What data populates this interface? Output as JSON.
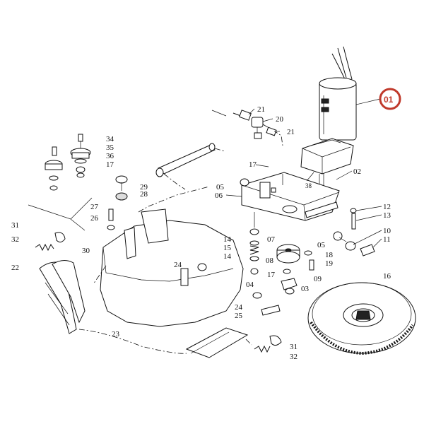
{
  "diagram": {
    "highlight": {
      "part": "01",
      "color": "#c0392b"
    },
    "parts": [
      {
        "id": "01",
        "label": "01"
      },
      {
        "id": "02",
        "label": "02"
      },
      {
        "id": "03",
        "label": "03"
      },
      {
        "id": "04",
        "label": "04"
      },
      {
        "id": "05a",
        "label": "05"
      },
      {
        "id": "05b",
        "label": "05"
      },
      {
        "id": "06",
        "label": "06"
      },
      {
        "id": "07",
        "label": "07"
      },
      {
        "id": "08",
        "label": "08"
      },
      {
        "id": "09",
        "label": "09"
      },
      {
        "id": "10",
        "label": "10"
      },
      {
        "id": "11",
        "label": "11"
      },
      {
        "id": "12",
        "label": "12"
      },
      {
        "id": "13",
        "label": "13"
      },
      {
        "id": "14a",
        "label": "14"
      },
      {
        "id": "14b",
        "label": "14"
      },
      {
        "id": "15",
        "label": "15"
      },
      {
        "id": "16",
        "label": "16"
      },
      {
        "id": "17a",
        "label": "17"
      },
      {
        "id": "17b",
        "label": "17"
      },
      {
        "id": "17c",
        "label": "17"
      },
      {
        "id": "18",
        "label": "18"
      },
      {
        "id": "19",
        "label": "19"
      },
      {
        "id": "20",
        "label": "20"
      },
      {
        "id": "21a",
        "label": "21"
      },
      {
        "id": "21b",
        "label": "21"
      },
      {
        "id": "22",
        "label": "22"
      },
      {
        "id": "23",
        "label": "23"
      },
      {
        "id": "24a",
        "label": "24"
      },
      {
        "id": "24b",
        "label": "24"
      },
      {
        "id": "25",
        "label": "25"
      },
      {
        "id": "26",
        "label": "26"
      },
      {
        "id": "27",
        "label": "27"
      },
      {
        "id": "28",
        "label": "28"
      },
      {
        "id": "29",
        "label": "29"
      },
      {
        "id": "30",
        "label": "30"
      },
      {
        "id": "31a",
        "label": "31"
      },
      {
        "id": "31b",
        "label": "31"
      },
      {
        "id": "32a",
        "label": "32"
      },
      {
        "id": "32b",
        "label": "32"
      },
      {
        "id": "34",
        "label": "34"
      },
      {
        "id": "35",
        "label": "35"
      },
      {
        "id": "36",
        "label": "36"
      },
      {
        "id": "38",
        "label": "38"
      }
    ]
  }
}
